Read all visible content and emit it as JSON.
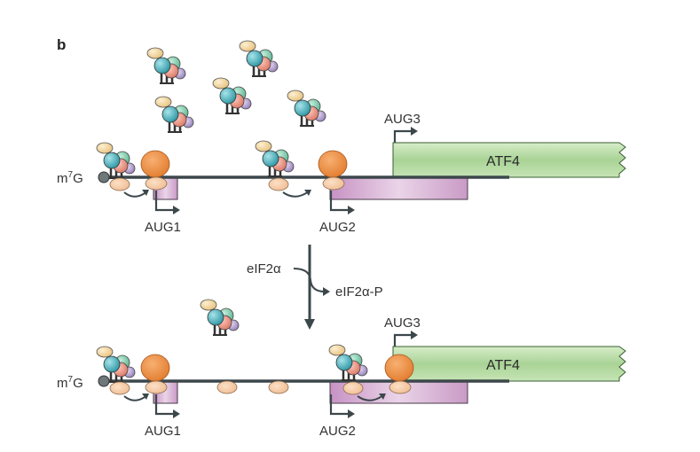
{
  "panel_label": "b",
  "cap_label": {
    "main": "m",
    "sup": "7",
    "tail": "G"
  },
  "gene_name": "ATF4",
  "start_sites": {
    "aug1": "AUG1",
    "aug2": "AUG2",
    "aug3": "AUG3"
  },
  "transition": {
    "substrate": "eIF2α",
    "product": "eIF2α-P"
  },
  "colors": {
    "mrna_line": "#3c474b",
    "orf_purple": "#cfa5cc",
    "atf4_green": "#b7d9a5",
    "ribosome_large": "#ee8a3c",
    "ribosome_small": "#f6c9a1",
    "factor_teal": "#5ab7c0",
    "factor_green": "#8ccfb3",
    "factor_salmon": "#f0a191",
    "factor_lilac": "#b9a6d2",
    "factor_cream": "#f5d9a2"
  }
}
